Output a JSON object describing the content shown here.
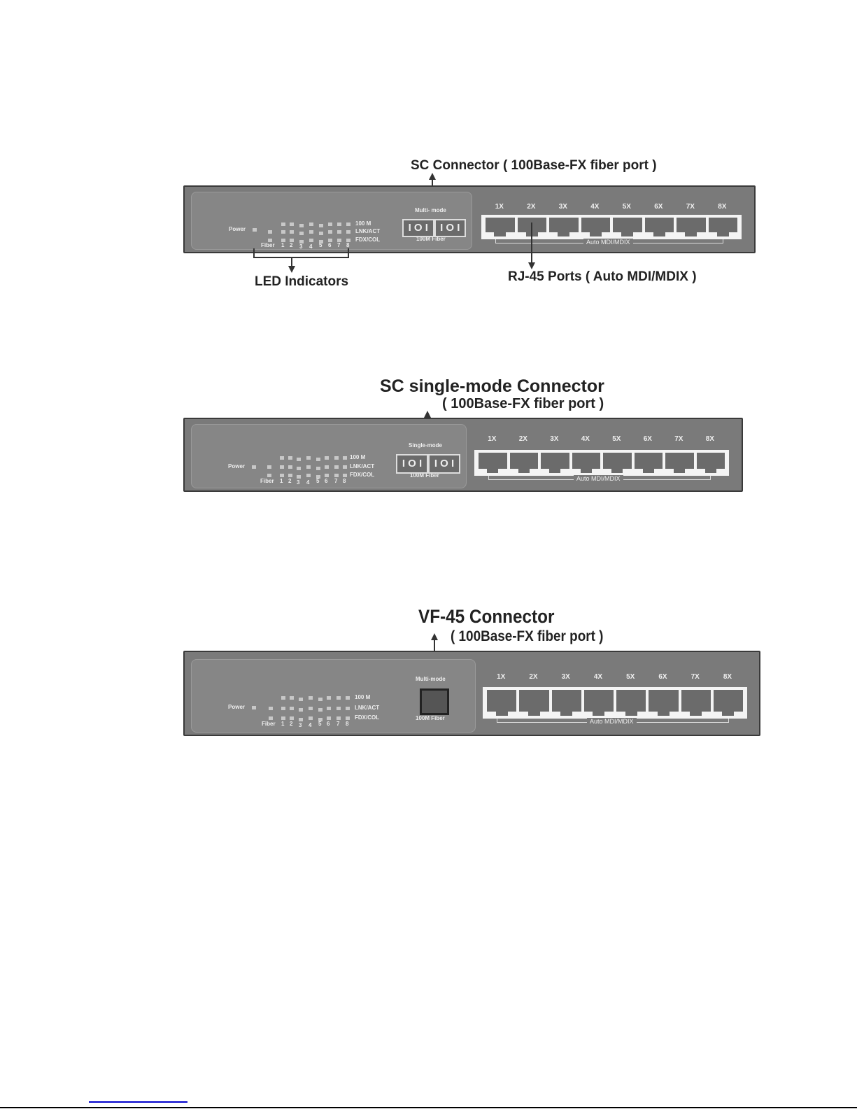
{
  "figure1": {
    "caption_connector": "SC Connector  ( 100Base-FX fiber port )",
    "caption_leds": "LED  Indicators",
    "caption_ports": "RJ-45 Ports ( Auto MDI/MDIX )",
    "power_label": "Power",
    "row_labels": [
      "100 M",
      "LNK/ACT",
      "FDX/COL"
    ],
    "column_labels": [
      "Fiber",
      "1",
      "2",
      "3",
      "4",
      "5",
      "6",
      "7",
      "8"
    ],
    "fiber_mode_label": "Multi- mode",
    "fiber_speed_label": "100M Fiber",
    "connector_glyph": "I O I",
    "port_labels": [
      "1X",
      "2X",
      "3X",
      "4X",
      "5X",
      "6X",
      "7X",
      "8X"
    ],
    "mdi_label": "Auto MDI/MDIX"
  },
  "figure2": {
    "caption_connector_line1": "SC single-mode Connector",
    "caption_connector_line2": "( 100Base-FX fiber port )",
    "power_label": "Power",
    "row_labels": [
      "100 M",
      "LNK/ACT",
      "FDX/COL"
    ],
    "column_labels": [
      "Fiber",
      "1",
      "2",
      "3",
      "4",
      "5",
      "6",
      "7",
      "8"
    ],
    "fiber_mode_label": "Single-mode",
    "fiber_speed_label": "100M Fiber",
    "connector_glyph": "I O I",
    "port_labels": [
      "1X",
      "2X",
      "3X",
      "4X",
      "5X",
      "6X",
      "7X",
      "8X"
    ],
    "mdi_label": "Auto MDI/MDIX"
  },
  "figure3": {
    "caption_connector_line1": "VF-45 Connector",
    "caption_connector_line2": "( 100Base-FX fiber port )",
    "power_label": "Power",
    "row_labels": [
      "100 M",
      "LNK/ACT",
      "FDX/COL"
    ],
    "column_labels": [
      "Fiber",
      "1",
      "2",
      "3",
      "4",
      "5",
      "6",
      "7",
      "8"
    ],
    "fiber_mode_label": "Multi-mode",
    "fiber_speed_label": "100M Fiber",
    "port_labels": [
      "1X",
      "2X",
      "3X",
      "4X",
      "5X",
      "6X",
      "7X",
      "8X"
    ],
    "mdi_label": "Auto MDI/MDIX"
  }
}
